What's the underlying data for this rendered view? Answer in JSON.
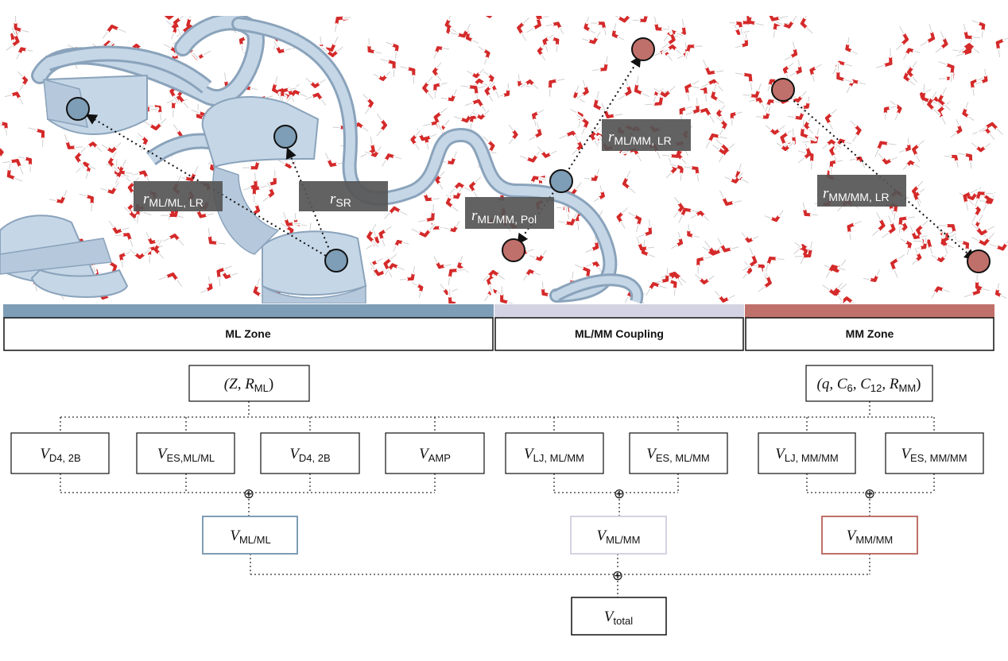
{
  "zones": {
    "ml": "ML Zone",
    "coupling": "ML/MM Coupling",
    "mm": "MM Zone"
  },
  "colors": {
    "ml": "#7e9db6",
    "coupling": "#d3d3e3",
    "mm": "#c0706a",
    "ribbon": "#c5d6e6",
    "ribbon_edge": "#8aa3bb",
    "water_o": "#d42a2a",
    "label_bg": "#555555"
  },
  "scene_labels": {
    "r_ml_ml_lr": {
      "main": "r",
      "sub": "ML/ML, LR"
    },
    "r_sr": {
      "main": "r",
      "sub": "SR"
    },
    "r_ml_mm_pol": {
      "main": "r",
      "sub": "ML/MM, Pol"
    },
    "r_ml_mm_lr": {
      "main": "r",
      "sub": "ML/MM, LR"
    },
    "r_mm_mm_lr": {
      "main": "r",
      "sub": "MM/MM, LR"
    }
  },
  "inputs": {
    "ml": "(Z, R",
    "ml_sub": "ML",
    "ml_close": ")",
    "mm": "(q, C",
    "mm_c6": "6",
    "mm_mid": ", C",
    "mm_c12": "12",
    "mm_r": ", R",
    "mm_sub": "MM",
    "mm_close": ")"
  },
  "terms": [
    {
      "main": "V",
      "sub": "D4, 2B"
    },
    {
      "main": "V",
      "sub": "ES,ML/ML"
    },
    {
      "main": "V",
      "sub": "D4, 2B"
    },
    {
      "main": "V",
      "sub": "AMP"
    },
    {
      "main": "V",
      "sub": "LJ, ML/MM"
    },
    {
      "main": "V",
      "sub": "ES, ML/MM"
    },
    {
      "main": "V",
      "sub": "LJ, MM/MM"
    },
    {
      "main": "V",
      "sub": "ES, MM/MM"
    }
  ],
  "sums": [
    {
      "main": "V",
      "sub": "ML/ML"
    },
    {
      "main": "V",
      "sub": "ML/MM"
    },
    {
      "main": "V",
      "sub": "MM/MM"
    }
  ],
  "total": {
    "main": "V",
    "sub": "total"
  },
  "oplus": "⊕"
}
